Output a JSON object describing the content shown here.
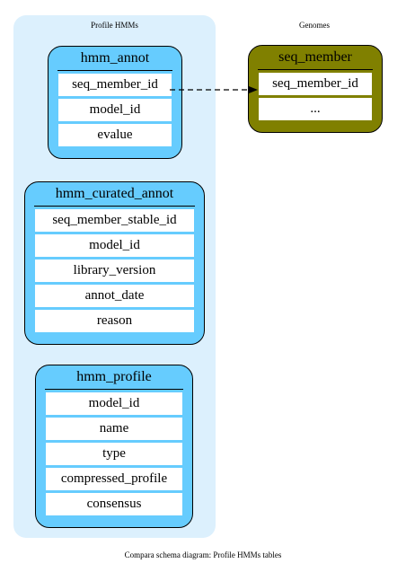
{
  "clusters": {
    "profile_title": "Profile HMMs",
    "genomes_title": "Genomes"
  },
  "tables": {
    "hmm_annot": {
      "name": "hmm_annot",
      "fields": [
        "seq_member_id",
        "model_id",
        "evalue"
      ]
    },
    "hmm_curated_annot": {
      "name": "hmm_curated_annot",
      "fields": [
        "seq_member_stable_id",
        "model_id",
        "library_version",
        "annot_date",
        "reason"
      ]
    },
    "hmm_profile": {
      "name": "hmm_profile",
      "fields": [
        "model_id",
        "name",
        "type",
        "compressed_profile",
        "consensus"
      ]
    },
    "seq_member": {
      "name": "seq_member",
      "fields": [
        "seq_member_id",
        "..."
      ]
    }
  },
  "edges": [
    {
      "from": "hmm_annot.seq_member_id",
      "to": "seq_member.seq_member_id",
      "style": "dashed"
    }
  ],
  "colors": {
    "profile_cluster": "#dcf0fd",
    "profile_table": "#66ccfe",
    "genomes_table": "#808000"
  },
  "caption": "Compara schema diagram: Profile HMMs tables"
}
